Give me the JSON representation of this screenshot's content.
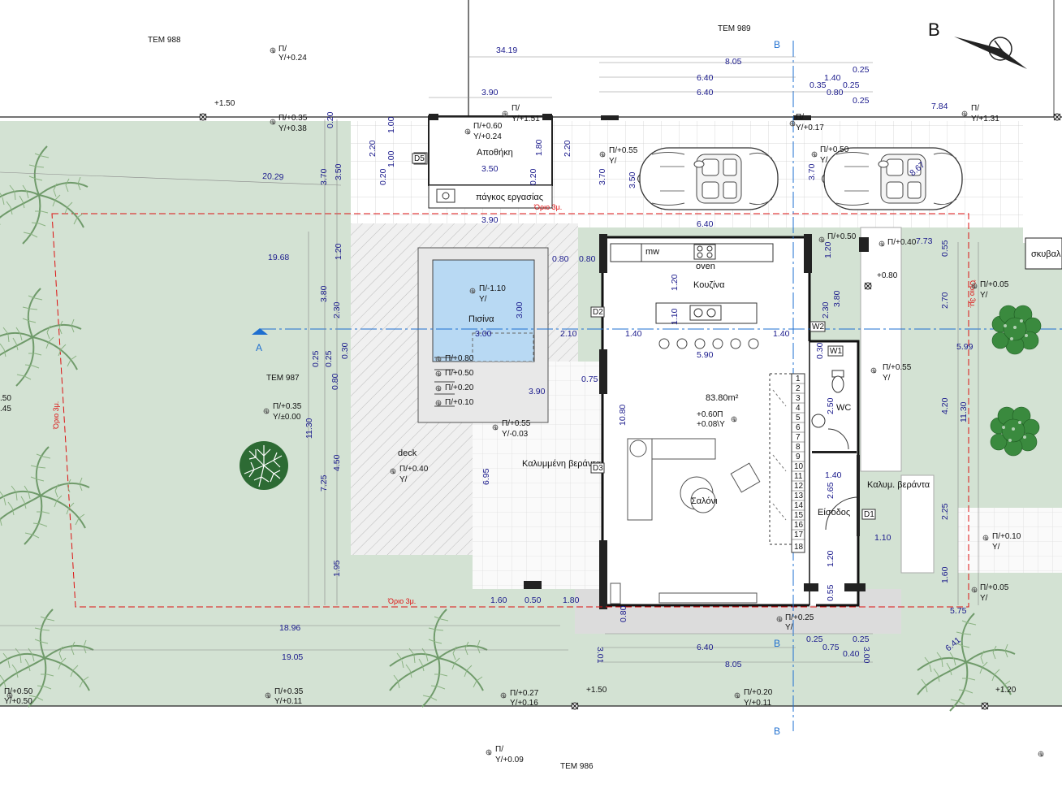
{
  "parcels": {
    "north_left": "ΤΕΜ 988",
    "north_right": "ΤΕΜ 989",
    "west": "ΤΕΜ 987",
    "south": "ΤΕΜ 986"
  },
  "north_letter": "B",
  "sections": {
    "a": "A",
    "b": "B"
  },
  "rooms": {
    "storage": "Αποθήκη",
    "workbench": "πάγκος εργασίας",
    "pool": "Πισίνα",
    "kitchen": "Κουζίνα",
    "oven": "oven",
    "mw": "mw",
    "covered_veranda": "Καλυμμένη βεράντα",
    "living": "Σαλόνι",
    "area": "83.80m²",
    "wc": "WC",
    "entrance": "Είσοδος",
    "covered_ver_short": "Καλυμ. βεράντα",
    "deck": "deck",
    "bin": "σκυβαλ"
  },
  "setback_label": "Όριο 3μ.",
  "doors": [
    "D1",
    "D2",
    "D3",
    "D5"
  ],
  "windows": [
    "W1",
    "W2"
  ],
  "levels": {
    "l1": "Π/",
    "l1b": "Υ/+0.24",
    "l2": "+1.50",
    "l3": "Π/+0.35",
    "l3b": "Υ/+0.38",
    "l4": "Π/",
    "l4b": "Υ/+1.51",
    "l5": "Π/+0.60",
    "l5b": "Υ/+0.24",
    "l6": "Π/+0.55",
    "l6b": "Υ/",
    "l7": "Π/",
    "l7b": "Υ/+0.17",
    "l8": "Π/+0.50",
    "l8b": "Υ/",
    "l9": "Π/",
    "l9b": "Υ/+1.31",
    "l10": "Π/-1.10",
    "l10b": "Υ/",
    "l11": "Π/+0.80",
    "l12": "Π/+0.50",
    "l13": "Π/+0.20",
    "l14": "Π/+0.10",
    "l15": "Π/+0.35",
    "l15b": "Υ/±0.00",
    "l16": "Π/+0.55",
    "l16b": "Υ/-0.03",
    "l17": "Π/+0.40",
    "l17b": "Υ/",
    "l18": "+0.60Π",
    "l18b": "+0.08\\Υ",
    "l19": "Π/+0.50",
    "l20": "Π/+0.40",
    "l21": "+0.80",
    "l22": "Π/+0.05",
    "l22b": "Υ/",
    "l23": "Π/+0.55",
    "l23b": "Υ/",
    "l24": "Π/+0.10",
    "l24b": "Υ/",
    "l25": "Π/+0.05",
    "l25b": "Υ/",
    "l26": "Π/+0.25",
    "l26b": "Υ/",
    "l27": "Π/+0.50",
    "l27b": "Υ/+0.50",
    "l28": "Π/+0.35",
    "l28b": "Υ/+0.11",
    "l29": "Π/+0.27",
    "l29b": "Υ/+0.16",
    "l30": "+1.50",
    "l31": "Π/+0.20",
    "l31b": "Υ/+0.11",
    "l32": "+1.20",
    "l33": "Π/",
    "l33b": "Υ/+0.09",
    "l34": ".50",
    ".45": ".45"
  },
  "dims": {
    "d1": "34.19",
    "d2": "8.05",
    "d3": "6.40",
    "d4": "6.40",
    "d5": "1.40",
    "d6": "0.25",
    "d7": "0.35",
    "d8": "0.25",
    "d9": "0.80",
    "d10": "0.25",
    "d11": "3.90",
    "d12": "7.84",
    "d13": "20.29",
    "d14": "0.20",
    "d15": "3.70",
    "d16": "3.50",
    "d17": "2.20",
    "d18": "1.00",
    "d19": "1.00",
    "d20": "0.20",
    "d21": "1.80",
    "d22": "3.50",
    "d23": "0.20",
    "d24": "2.20",
    "d25": "3.70",
    "d26": "3.50",
    "d27": "3.70",
    "d28": "8.67",
    "d29": "3.90",
    "d30": "6.40",
    "d31": "19.68",
    "d32": "1.20",
    "d33": "0.80",
    "d34": "0.80",
    "d35": "1.20",
    "d36": "1.20",
    "d37": "7.73",
    "d38": "0.55",
    "d39": "3.80",
    "d40": "2.30",
    "d41": "3.00",
    "d42": "3.00",
    "d43": "2.10",
    "d44": "1.40",
    "d45": "1.40",
    "d46": "1.10",
    "d47": "3.80",
    "d48": "2.30",
    "d49": "2.70",
    "d50": "0.25",
    "d51": "0.25",
    "d52": "0.30",
    "d53": "0.80",
    "d54": "5.90",
    "d55": "0.30",
    "d56": "5.99",
    "d57": "0.75",
    "d58": "3.90",
    "d59": "11.30",
    "d60": "10.80",
    "d61": "2.50",
    "d62": "4.20",
    "d63": "11.30",
    "d64": "6.95",
    "d65": "4.50",
    "d66": "7.25",
    "d67": "1.40",
    "d68": "2.65",
    "d69": "1.10",
    "d70": "2.25",
    "d71": "1.95",
    "d72": "1.20",
    "d73": "1.60",
    "d74": "1.60",
    "d75": "0.50",
    "d76": "1.80",
    "d77": "0.55",
    "d78": "5.75",
    "d79": "18.96",
    "d80": "0.80",
    "d81": "19.05",
    "d82": "6.40",
    "d83": "0.25",
    "d84": "0.75",
    "d85": "0.25",
    "d86": "0.40",
    "d87": "3.00",
    "d88": "3.01",
    "d89": "8.05",
    "d90": "6.41"
  },
  "stairs": [
    "1",
    "2",
    "3",
    "4",
    "5",
    "6",
    "7",
    "8",
    "9",
    "10",
    "11",
    "12",
    "13",
    "14",
    "15",
    "16",
    "17",
    "18"
  ],
  "colors": {
    "lawn": "#cfe0cf",
    "line": "#222",
    "dim": "#1a1a8c",
    "red": "#d11",
    "axis": "#1e6fd0",
    "pool": "#b8d9f3",
    "hatch": "#cfcfcf",
    "paving": "#e0e0e0"
  }
}
